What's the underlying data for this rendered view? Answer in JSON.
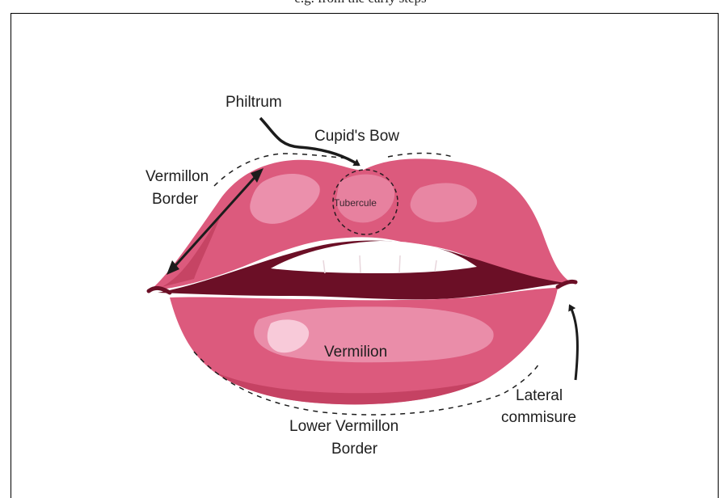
{
  "header_text": "e.g. from the early steps",
  "labels": {
    "philtrum": "Philtrum",
    "cupids_bow": "Cupid's Bow",
    "vermillon_border_line1": "Vermillon",
    "vermillon_border_line2": "Border",
    "tubercule": "Tubercule",
    "vermilion": "Vermilion",
    "lateral_line1": "Lateral",
    "lateral_line2": "commisure",
    "lower_line1": "Lower Vermillon",
    "lower_line2": "Border"
  },
  "colors": {
    "lip_dark": "#c13e5e",
    "lip_main": "#dc5a7d",
    "lip_light": "#f0a3bc",
    "mouth_dark": "#6b0f26",
    "teeth": "#ffffff",
    "line": "#1c1c1c"
  }
}
